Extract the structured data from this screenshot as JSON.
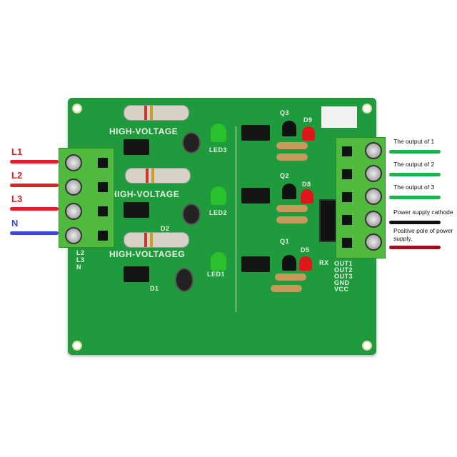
{
  "left_labels": [
    {
      "text": "L1",
      "color": "#e0202a"
    },
    {
      "text": "L2",
      "color": "#e0202a"
    },
    {
      "text": "L3",
      "color": "#e0202a"
    },
    {
      "text": "N",
      "color": "#3a4ad0"
    }
  ],
  "right_labels": [
    {
      "text": "The output of 1",
      "color": "#22b24c"
    },
    {
      "text": "The output of 2",
      "color": "#22b24c"
    },
    {
      "text": "The output of 3",
      "color": "#22b24c"
    },
    {
      "text": "Power supply cathode",
      "color": "#111111"
    },
    {
      "text": "Positive pole of power supply,",
      "color": "#a0101c"
    }
  ],
  "board": {
    "color": "#1f9a3c",
    "high_voltage": [
      "HIGH-VOLTAGE",
      "HIGH-VOLTAGE",
      "HIGH-VOLTAGEG"
    ],
    "leds": [
      "LED3",
      "LED2",
      "LED1"
    ],
    "diodes": [
      "D2",
      "D1"
    ],
    "transistors": [
      "Q3",
      "Q2",
      "Q1"
    ],
    "red_leds": [
      "D9",
      "D8",
      "D5"
    ],
    "left_terminal_labels": [
      "L2",
      "L3",
      "N"
    ],
    "right_pins": [
      "RX",
      "OUT1",
      "OUT2",
      "OUT3",
      "GND",
      "VCC"
    ]
  }
}
